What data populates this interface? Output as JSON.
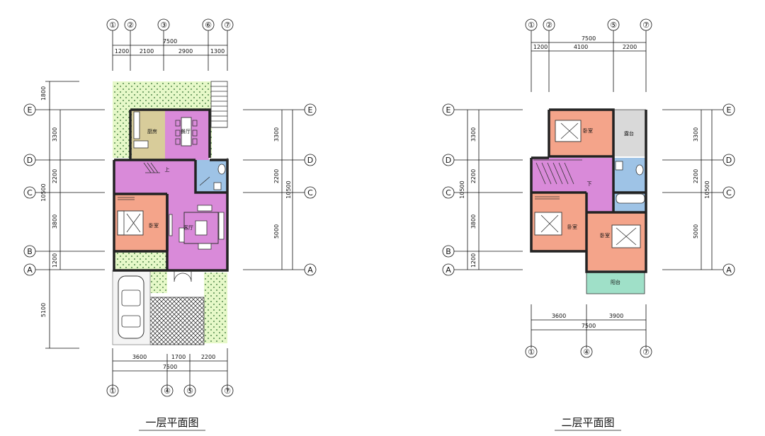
{
  "floor1": {
    "title": "一层平面图",
    "top_axes": [
      "①",
      "②",
      "③",
      "⑥",
      "⑦"
    ],
    "bottom_axes": [
      "①",
      "④",
      "⑤",
      "⑦"
    ],
    "side_axes": [
      "E",
      "D",
      "C",
      "B",
      "A"
    ],
    "right_side_axes": [
      "E",
      "D",
      "C",
      "A"
    ],
    "top_total": "7500",
    "top_dims": [
      "1200",
      "2100",
      "2900",
      "1300"
    ],
    "bottom_dims": [
      "3600",
      "1700",
      "2200"
    ],
    "bottom_total": "7500",
    "left_dims": [
      "1800",
      "3300",
      "2200",
      "3800",
      "1200",
      "5100"
    ],
    "left_total": "10500",
    "right_dims": [
      "3300",
      "2200",
      "5000"
    ],
    "right_total": "10500",
    "rooms": {
      "kitchen": "厨房",
      "dining": "餐厅",
      "bedroom": "卧室",
      "living": "客厅",
      "stair_up": "上"
    }
  },
  "floor2": {
    "title": "二层平面图",
    "top_axes": [
      "①",
      "②",
      "⑤",
      "⑦"
    ],
    "bottom_axes": [
      "①",
      "④",
      "⑦"
    ],
    "side_axes": [
      "E",
      "D",
      "C",
      "B",
      "A"
    ],
    "right_side_axes": [
      "E",
      "D",
      "C",
      "A"
    ],
    "top_total": "7500",
    "top_dims": [
      "1200",
      "4100",
      "2200"
    ],
    "bottom_dims": [
      "3600",
      "3900"
    ],
    "bottom_total": "7500",
    "left_dims": [
      "3300",
      "2200",
      "3800",
      "1200"
    ],
    "left_total": "10500",
    "right_dims": [
      "3300",
      "2200",
      "5000"
    ],
    "right_total": "10500",
    "rooms": {
      "bedroom_top": "卧室",
      "terrace": "露台",
      "bedroom_left": "卧室",
      "bedroom_right": "卧室",
      "balcony": "阳台",
      "stair_down": "下"
    }
  }
}
